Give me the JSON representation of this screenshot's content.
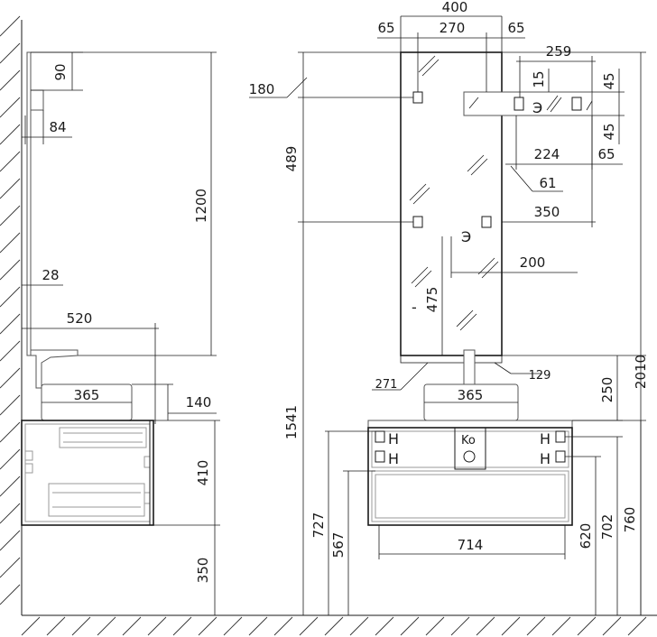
{
  "side_view": {
    "dims": {
      "d90": "90",
      "d84": "84",
      "d1200": "1200",
      "d28": "28",
      "d520": "520",
      "d365": "365",
      "d140": "140",
      "d410": "410",
      "d350": "350"
    }
  },
  "front_view": {
    "dims": {
      "d400": "400",
      "d65a": "65",
      "d270": "270",
      "d65b": "65",
      "d180": "180",
      "d259": "259",
      "d15": "15",
      "d45a": "45",
      "d45b": "45",
      "d224": "224",
      "d65c": "65",
      "d61": "61",
      "d489": "489",
      "d350": "350",
      "d200": "200",
      "d475": "475",
      "d271": "271",
      "d129": "129",
      "d365": "365",
      "d250": "250",
      "d2010": "2010",
      "d1541": "1541",
      "d727": "727",
      "d567": "567",
      "d714": "714",
      "d620": "620",
      "d702": "702",
      "d760": "760"
    },
    "symbols": {
      "electric_1": "Э",
      "electric_2": "Э",
      "hot_left": "H",
      "hot_right": "H",
      "cold_left": "H",
      "cold_right": "H",
      "drain": "Ko",
      "minus": "-"
    }
  }
}
